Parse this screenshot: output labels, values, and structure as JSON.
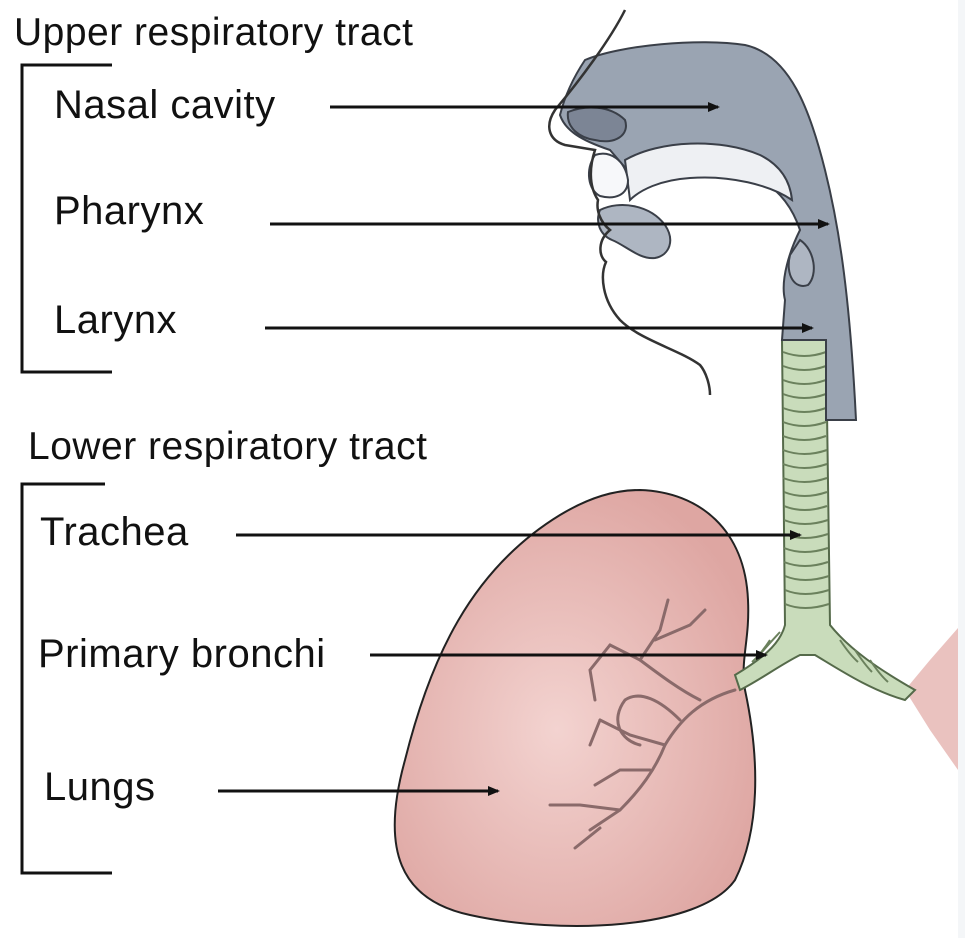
{
  "sections": {
    "upper": {
      "heading": "Upper respiratory tract",
      "items": [
        "Nasal cavity",
        "Pharynx",
        "Larynx"
      ]
    },
    "lower": {
      "heading": "Lower respiratory tract",
      "items": [
        "Trachea",
        "Primary bronchi",
        "Lungs"
      ]
    }
  },
  "colors": {
    "upper_tract": "#9aa3b0",
    "trachea": "#c5d9b8",
    "lung": "#e8b4b0",
    "line": "#111111"
  }
}
